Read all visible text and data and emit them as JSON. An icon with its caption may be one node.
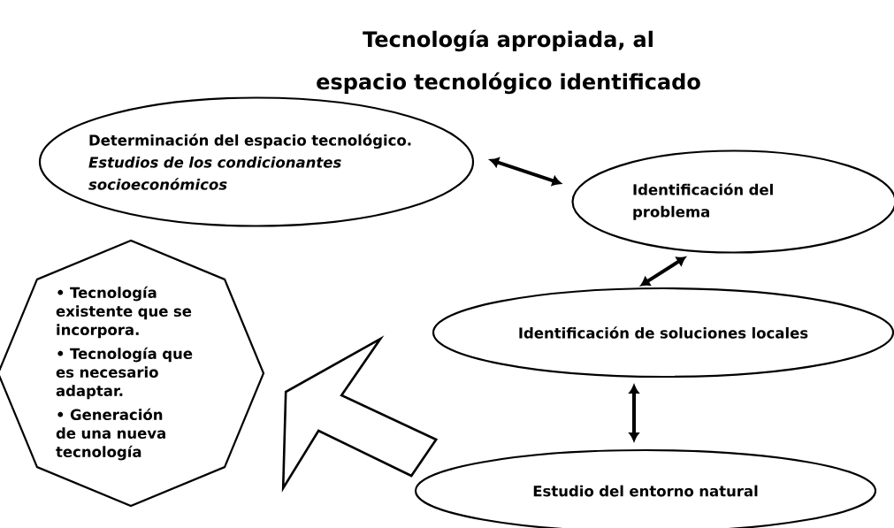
{
  "diagram": {
    "title": "Tecnología apropiada, al espacio tecnológico identificado",
    "nodes": [
      {
        "text": [
          "Determinación del espacio tecnológico. *Estudios de los condicionantes socioeconómicos*"
        ]
      },
      {
        "text": [
          "Identificación del problema"
        ]
      },
      {
        "text": [
          "Identificación de soluciones locales"
        ]
      },
      {
        "text": [
          "Estudio del entorno natural"
        ]
      },
      {
        "text": [
          "• Tecnología existente que se incorpora.",
          "• Tecnología que es necesario adaptar.",
          "• Generación de una nueva tecnología"
        ]
      }
    ],
    "edges": [
      {
        "from": 0,
        "to": 1,
        "arrow": "both"
      },
      {
        "from": 1,
        "to": 2,
        "arrow": "both"
      },
      {
        "from": 2,
        "to": 3,
        "arrow": "both"
      },
      {
        "from": null,
        "to": 4,
        "arrow": "to",
        "style": "thick"
      }
    ]
  }
}
